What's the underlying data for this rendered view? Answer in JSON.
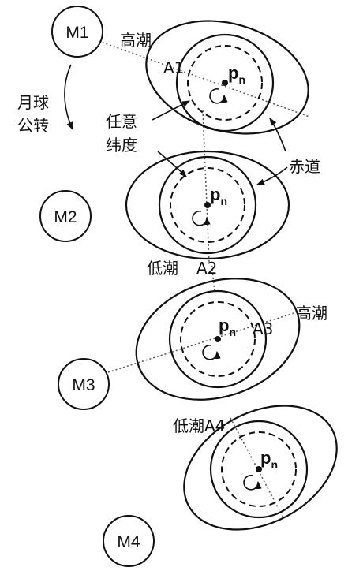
{
  "moons": [
    {
      "id": "m1",
      "label": "M1"
    },
    {
      "id": "m2",
      "label": "M2"
    },
    {
      "id": "m3",
      "label": "M3"
    },
    {
      "id": "m4",
      "label": "M4"
    }
  ],
  "earth_label_main": "p",
  "earth_label_sub": "n",
  "labels": {
    "high_tide_1": "高潮",
    "a1": "A1",
    "revolution_line1": "月球",
    "revolution_line2": "公转",
    "latitude_line1": "任意",
    "latitude_line2": "纬度",
    "equator": "赤道",
    "low_tide_2": "低潮",
    "a2": "A2",
    "high_tide_3": "高潮",
    "a3": "A3",
    "low_tide_4": "低潮A4"
  },
  "colors": {
    "stroke": "#111111",
    "dotted_line": "#555555",
    "background": "#ffffff"
  }
}
